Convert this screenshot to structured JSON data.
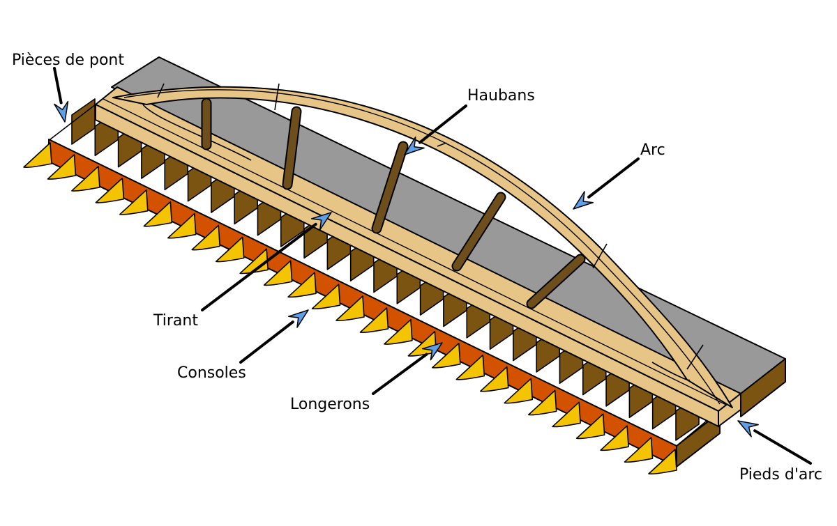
{
  "labels": {
    "pieces_de_pont": "Pièces de pont",
    "haubans": "Haubans",
    "arc": "Arc",
    "tirant": "Tirant",
    "consoles": "Consoles",
    "longerons": "Longerons",
    "pieds_d_arc": "Pieds d'arc"
  },
  "colors": {
    "deck": "#999999",
    "arch": "#e6c587",
    "wood": "#7a5410",
    "rod": "#6e4e1b",
    "longeron": "#d25200",
    "console": "#f5c400",
    "arrow_head": "#5f9fe6"
  }
}
